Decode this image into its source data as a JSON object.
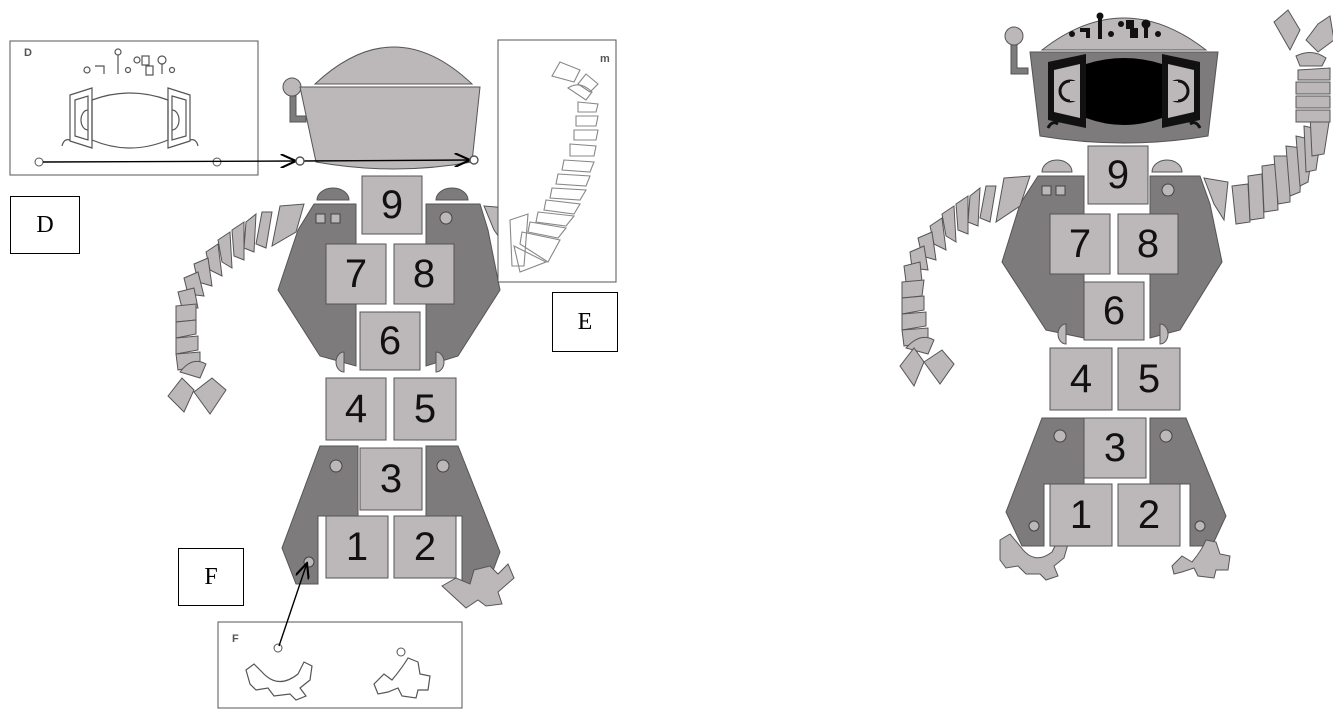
{
  "callouts": {
    "d": "D",
    "e": "E",
    "f": "F"
  },
  "sheets": {
    "d_label": "D",
    "e_label": "m",
    "f_label": "F"
  },
  "assembly_numbers": [
    "9",
    "7",
    "8",
    "6",
    "4",
    "5",
    "3",
    "1",
    "2"
  ],
  "finished_numbers": [
    "9",
    "7",
    "8",
    "6",
    "4",
    "5",
    "3",
    "1",
    "2"
  ],
  "colors": {
    "light_part": "#bcb7b9",
    "dark_part": "#7d7b7c",
    "outline": "#555555",
    "screen": "#000000"
  }
}
